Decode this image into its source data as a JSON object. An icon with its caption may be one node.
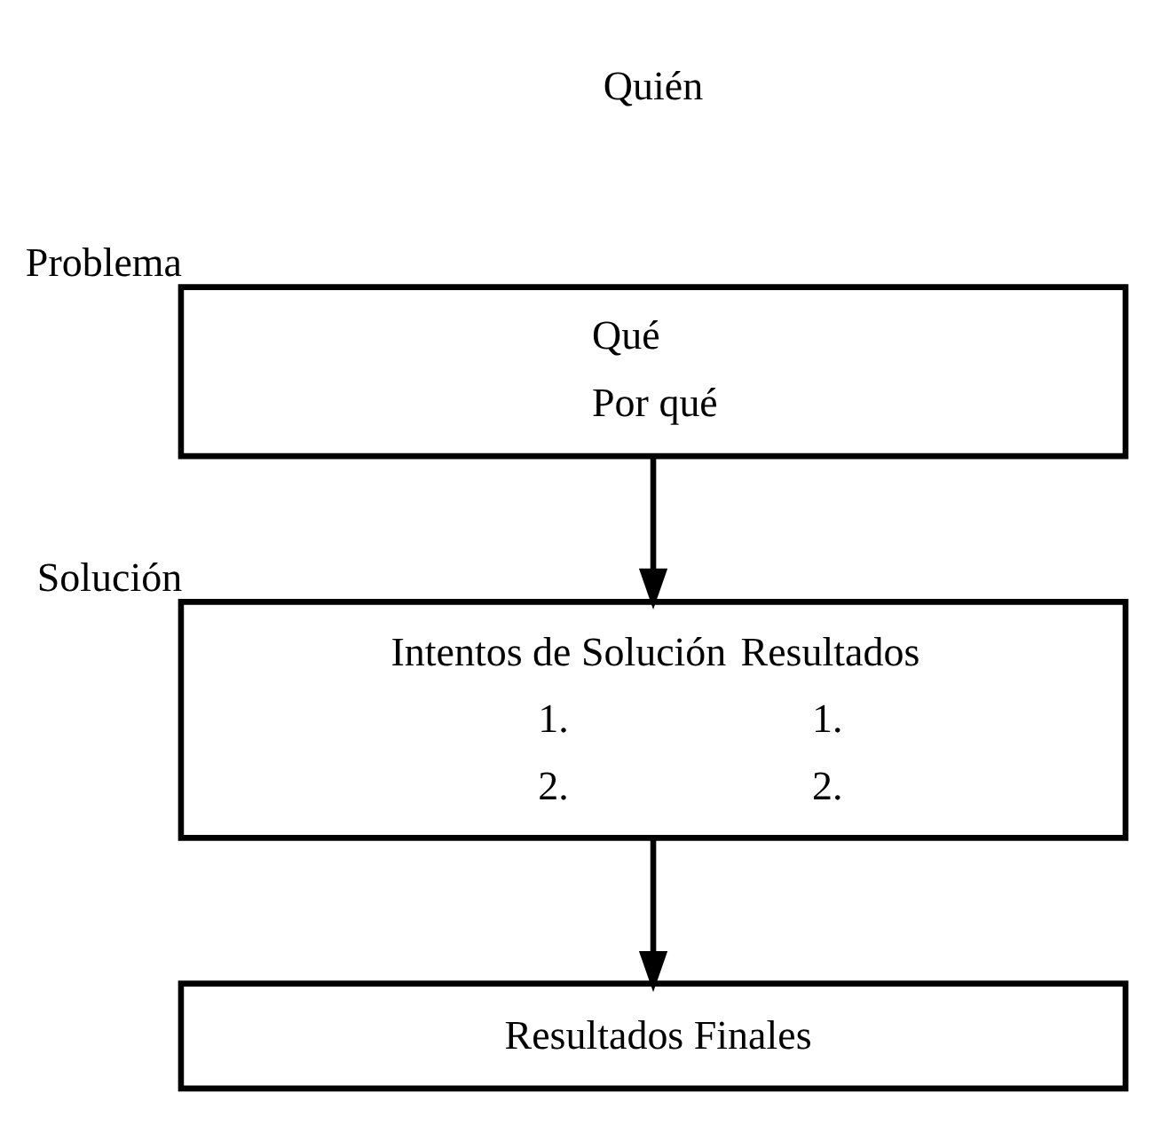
{
  "diagram": {
    "nodes": [
      {
        "text": [
          "Qué",
          "Por qué"
        ],
        "beside": [
          "Problema"
        ]
      },
      {
        "text": [
          "Intentos de Solución",
          "Resultados",
          "1.",
          "1.",
          "2.",
          "2."
        ],
        "beside": [
          "Solución"
        ]
      },
      {
        "text": [
          "Resultados Finales"
        ]
      }
    ],
    "edges": [
      {
        "from": 0,
        "to": 1,
        "arrow": "to"
      },
      {
        "from": 1,
        "to": 2,
        "arrow": "to"
      }
    ],
    "labels": [
      "Quién"
    ]
  }
}
